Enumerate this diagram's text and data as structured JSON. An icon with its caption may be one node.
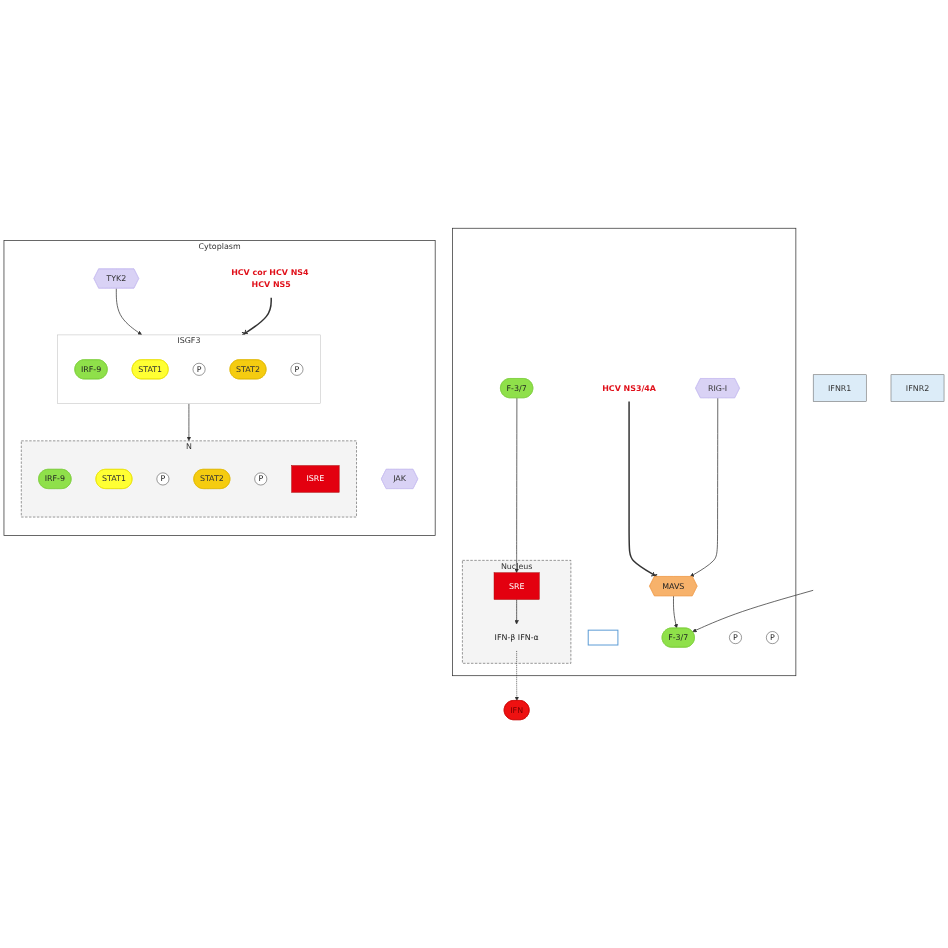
{
  "diagram": {
    "nodes": [
      {
        "text": [],
        "shape": "box"
      },
      {
        "text": [],
        "shape": "box",
        "in": 0
      },
      {
        "text": [
          "HCV NS3/4A"
        ],
        "in": 0
      },
      {
        "text": [
          "RIG-I"
        ],
        "in": 0
      },
      {
        "text": [
          "MAVS"
        ],
        "in": 0
      },
      {
        "text": [
          "F-3/7"
        ],
        "in": 0
      },
      {
        "text": [
          "P"
        ],
        "in": 0
      },
      {
        "text": [
          "F-3/7"
        ],
        "in": 0
      },
      {
        "text": [
          "P"
        ],
        "in": 0
      },
      {
        "text": [
          "Nucleus"
        ],
        "in": 0
      },
      {
        "text": [
          "SRE"
        ],
        "in": 9
      },
      {
        "text": [
          "IFN-β IFN-α"
        ],
        "in": 9
      },
      {
        "text": [
          "Cytoplasm"
        ]
      },
      {
        "text": [
          "IFN"
        ]
      },
      {
        "text": [
          "IFNR1"
        ]
      },
      {
        "text": [
          "IFNR2"
        ]
      },
      {
        "text": [
          "TYK2"
        ],
        "in": 12
      },
      {
        "text": [
          "JAK"
        ],
        "in": 12
      },
      {
        "text": [
          "HCV cor HCV NS4 HCV NS5"
        ],
        "in": 12
      },
      {
        "text": [
          "ISGF3"
        ],
        "in": 12
      },
      {
        "text": [
          "IRF-9"
        ],
        "in": 19
      },
      {
        "text": [
          "STAT1"
        ],
        "in": 19
      },
      {
        "text": [
          "P"
        ],
        "in": 19
      },
      {
        "text": [
          "STAT2"
        ],
        "in": 19
      },
      {
        "text": [
          "P"
        ],
        "in": 19
      },
      {
        "text": [
          "N"
        ],
        "in": 12
      },
      {
        "text": [
          "IRF-9"
        ],
        "in": 25
      },
      {
        "text": [
          "STAT1"
        ],
        "in": 25
      },
      {
        "text": [
          "P"
        ],
        "in": 25
      },
      {
        "text": [
          "STAT2"
        ],
        "in": 25
      },
      {
        "text": [
          "P"
        ],
        "in": 25
      },
      {
        "text": [
          "ISRE"
        ],
        "in": 25
      }
    ],
    "edges": [
      {
        "from": 3,
        "to": 4,
        "arrow": "to"
      },
      {
        "from": 2,
        "to": 4,
        "arrow": "other"
      },
      {
        "from": null,
        "to": 5,
        "arrow": "to"
      },
      {
        "from": 4,
        "to": 5,
        "arrow": "to"
      },
      {
        "from": 7,
        "to": 10,
        "arrow": "to"
      },
      {
        "from": 10,
        "to": 11,
        "arrow": "to"
      },
      {
        "from": 11,
        "to": 13,
        "arrow": "to",
        "style": "dashed"
      },
      {
        "from": 16,
        "to": 19,
        "arrow": "to"
      },
      {
        "from": 18,
        "to": 19,
        "arrow": "other"
      },
      {
        "from": 19,
        "to": 25,
        "arrow": "to"
      }
    ]
  }
}
